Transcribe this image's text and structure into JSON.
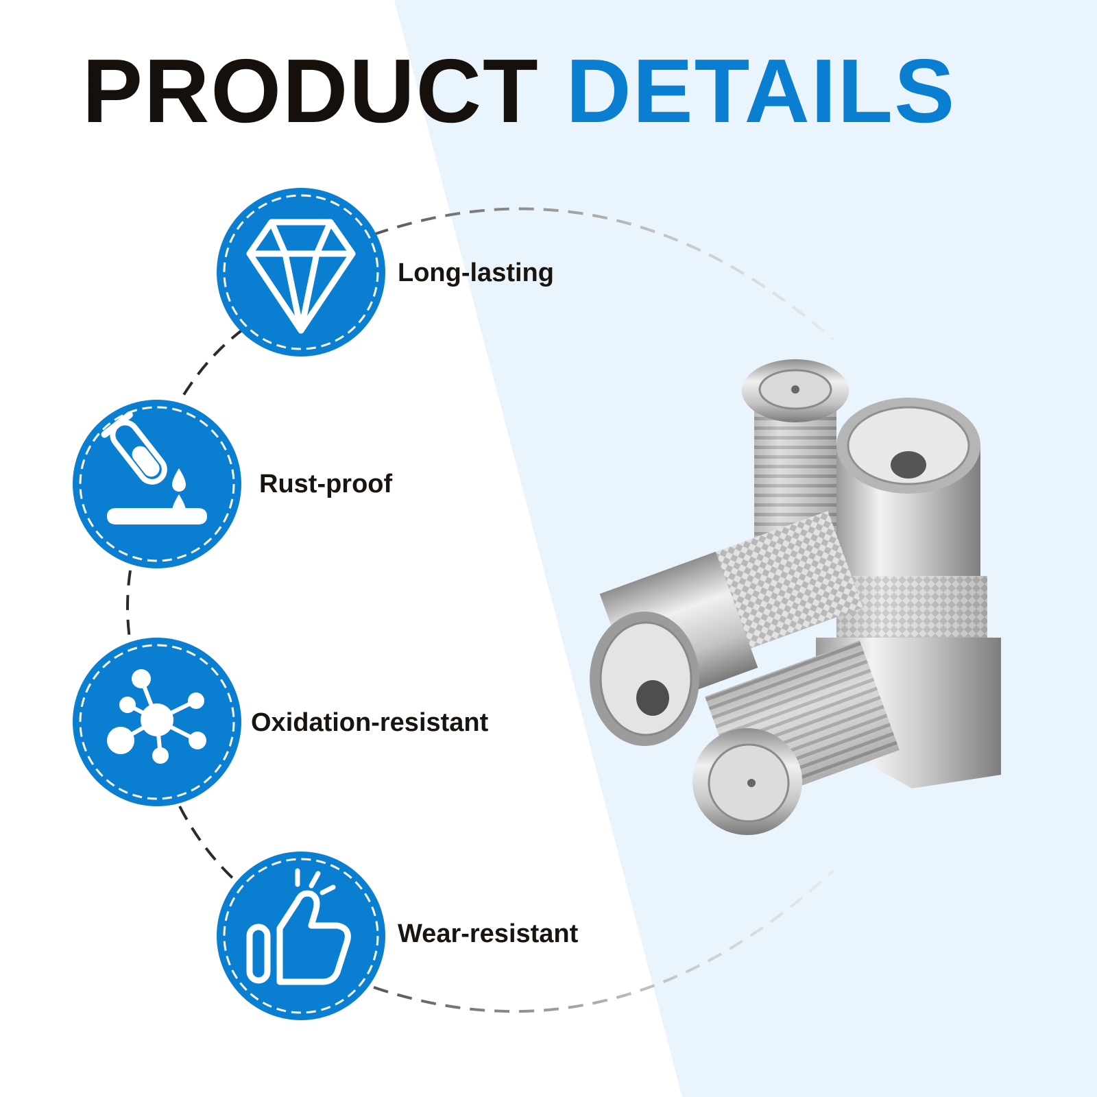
{
  "header": {
    "title_part1": "PRODUCT",
    "title_part2": "DETAILS"
  },
  "colors": {
    "accent": "#0a7fd1",
    "title_dark": "#15100c",
    "panel_light_blue": "#eaf4fd",
    "metal_light": "#e8e8e8",
    "metal_dark": "#8a8a8a"
  },
  "features": [
    {
      "label": "Long-lasting",
      "icon": "diamond-icon"
    },
    {
      "label": "Rust-proof",
      "icon": "test-tube-drop-icon"
    },
    {
      "label": "Oxidation-resistant",
      "icon": "molecule-icon"
    },
    {
      "label": "Wear-resistant",
      "icon": "thumbs-up-icon"
    }
  ],
  "product_image": "right-angle-coax-adapters"
}
